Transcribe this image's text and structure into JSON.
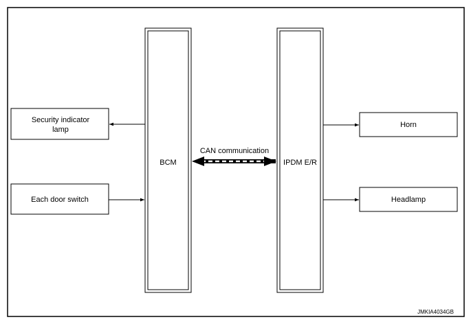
{
  "blocks": {
    "bcm": "BCM",
    "ipdm": "IPDM E/R",
    "security_lamp_line1": "Security indicator",
    "security_lamp_line2": "lamp",
    "door_switch": "Each door switch",
    "horn": "Horn",
    "headlamp": "Headlamp"
  },
  "connections": {
    "can": "CAN communication"
  },
  "figure_code": "JMKIA4034GB"
}
